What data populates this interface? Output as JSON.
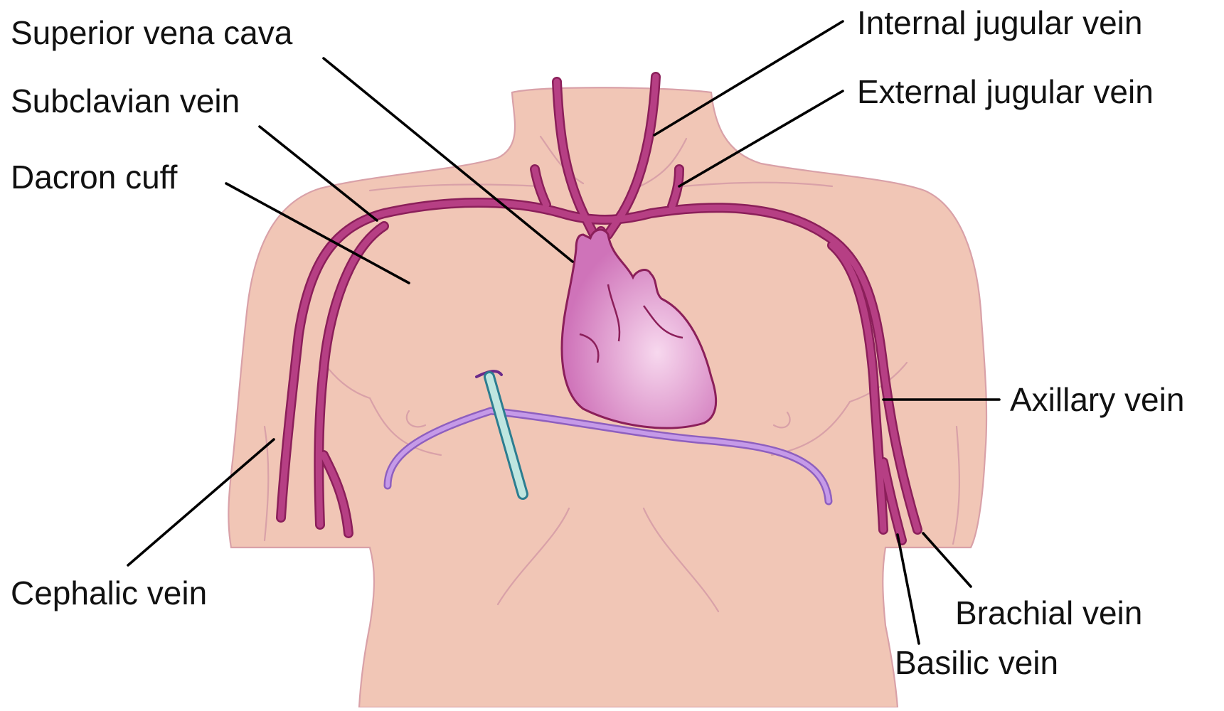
{
  "colors": {
    "skin": "#f1c6b6",
    "skin_line": "#d9a1a8",
    "vein": "#b63f84",
    "vein_outline": "#8b1f5a",
    "heart": "#d886c6",
    "diaphragm": "#b98adf",
    "catheter": "#a9d8d8",
    "leader": "#000000"
  },
  "labels": {
    "superior_vena_cava": "Superior vena cava",
    "subclavian_vein": "Subclavian vein",
    "dacron_cuff": "Dacron cuff",
    "cephalic_vein": "Cephalic vein",
    "internal_jugular_vein": "Internal jugular vein",
    "external_jugular_vein": "External jugular vein",
    "axillary_vein": "Axillary vein",
    "brachial_vein": "Brachial vein",
    "basilic_vein": "Basilic vein"
  }
}
